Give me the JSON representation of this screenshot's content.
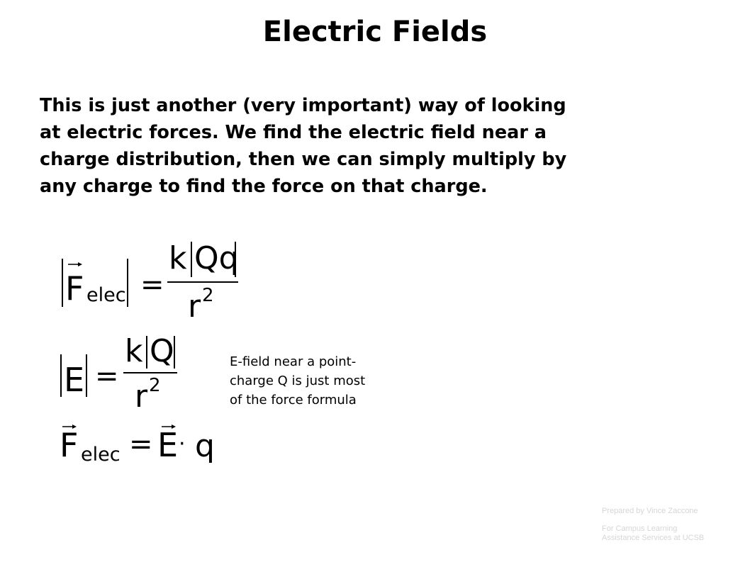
{
  "slide": {
    "title": "Electric Fields",
    "intro_lines": [
      "This is just another (very important) way of looking",
      "at electric forces.  We find the electric field near a",
      "charge distribution, then we can simply multiply by",
      "any charge to find the force on that charge."
    ]
  },
  "equations": {
    "force": {
      "lhs_symbol": "F",
      "lhs_subscript": "elec",
      "equals": "=",
      "numerator_k": "k",
      "numerator_charges": "Qq",
      "denominator": "r",
      "denominator_exp": "2"
    },
    "field": {
      "lhs_symbol": "E",
      "equals": "=",
      "numerator_k": "k",
      "numerator_charges": "Q",
      "denominator": "r",
      "denominator_exp": "2"
    },
    "relation": {
      "lhs_symbol": "F",
      "lhs_subscript": "elec",
      "equals": "=",
      "field_symbol": "E",
      "dot": "·",
      "charge": "q"
    }
  },
  "note": {
    "lines": [
      "E-field near a point-",
      "charge Q is just most",
      "of the force formula"
    ]
  },
  "credit": {
    "line1": "Prepared by Vince Zaccone",
    "line2": "For Campus Learning",
    "line3": "Assistance Services at UCSB"
  }
}
